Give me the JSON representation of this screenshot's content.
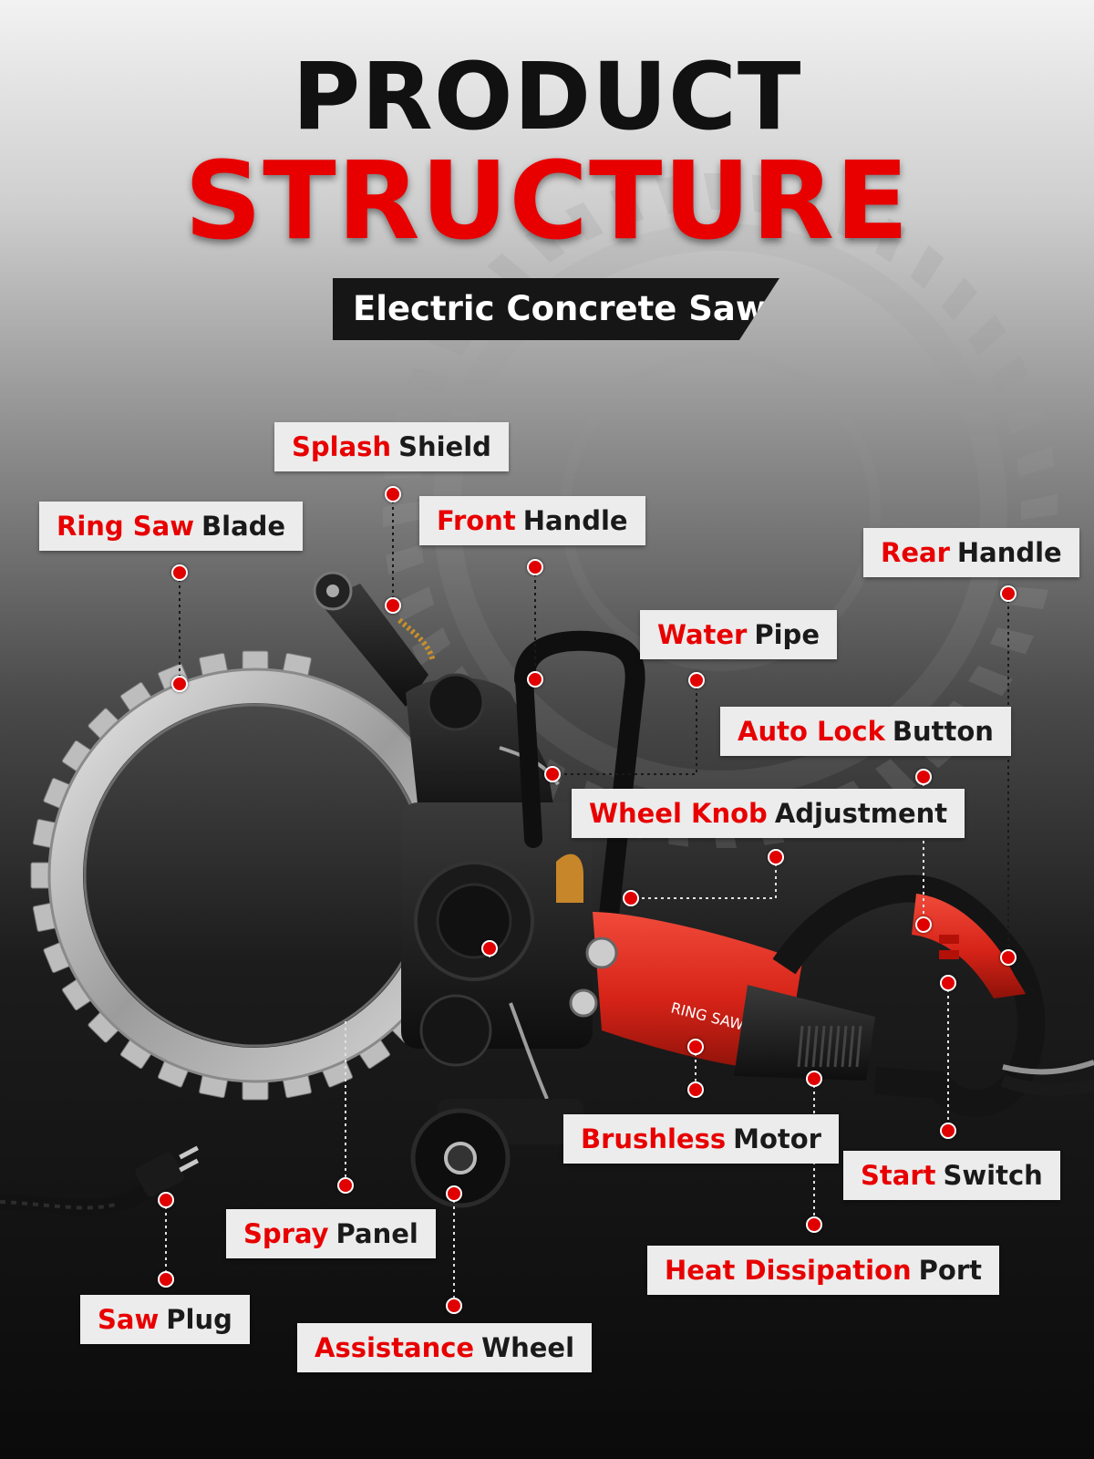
{
  "colors": {
    "accent_red": "#e80000",
    "dark_text": "#1a1a1a",
    "label_bg": "#ececec",
    "banner_bg": "#161616",
    "saw_body_red": "#d62318",
    "saw_body_black": "#1c1c1c"
  },
  "header": {
    "title_line1": "PRODUCT",
    "title_line2": "STRUCTURE",
    "subtitle": "Electric Concrete Saw"
  },
  "product": {
    "housing_print": "RING SAW"
  },
  "labels": [
    {
      "id": "splash-shield",
      "red": "Splash",
      "dark": "Shield"
    },
    {
      "id": "ring-saw-blade",
      "red": "Ring Saw",
      "dark": "Blade"
    },
    {
      "id": "front-handle",
      "red": "Front",
      "dark": "Handle"
    },
    {
      "id": "rear-handle",
      "red": "Rear",
      "dark": "Handle"
    },
    {
      "id": "water-pipe",
      "red": "Water",
      "dark": "Pipe"
    },
    {
      "id": "auto-lock-button",
      "red": "Auto Lock",
      "dark": "Button"
    },
    {
      "id": "wheel-knob-adjustment",
      "red": "Wheel Knob",
      "dark": "Adjustment"
    },
    {
      "id": "brushless-motor",
      "red": "Brushless",
      "dark": "Motor"
    },
    {
      "id": "start-switch",
      "red": "Start",
      "dark": "Switch"
    },
    {
      "id": "spray-panel",
      "red": "Spray",
      "dark": "Panel"
    },
    {
      "id": "heat-dissipation-port",
      "red": "Heat Dissipation",
      "dark": "Port"
    },
    {
      "id": "saw-plug",
      "red": "Saw",
      "dark": "Plug"
    },
    {
      "id": "assistance-wheel",
      "red": "Assistance",
      "dark": "Wheel"
    }
  ]
}
